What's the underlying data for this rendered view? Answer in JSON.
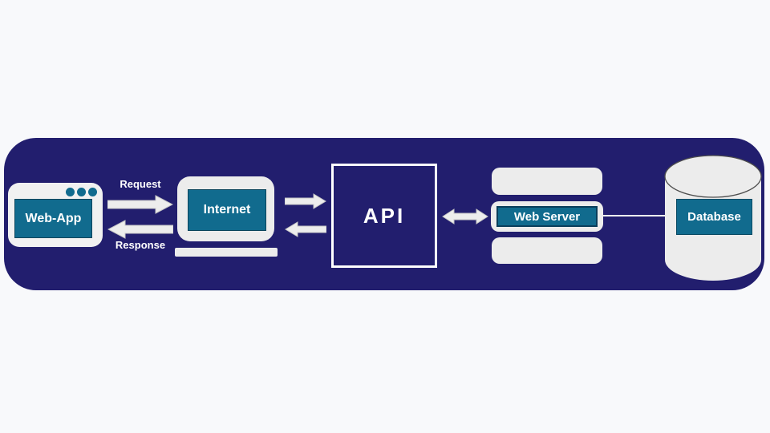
{
  "diagram": {
    "nodes": [
      {
        "id": "web-app",
        "label": "Web-App",
        "icon": "browser-window-icon"
      },
      {
        "id": "internet",
        "label": "Internet",
        "icon": "laptop-icon"
      },
      {
        "id": "api",
        "label": "API",
        "icon": "outlined-square-icon"
      },
      {
        "id": "web-server",
        "label": "Web Server",
        "icon": "server-stack-icon"
      },
      {
        "id": "database",
        "label": "Database",
        "icon": "database-cylinder-icon"
      }
    ],
    "edges": [
      {
        "from": "web-app",
        "to": "internet",
        "label": "Request",
        "direction": "right"
      },
      {
        "from": "internet",
        "to": "web-app",
        "label": "Response",
        "direction": "left"
      },
      {
        "from": "internet",
        "to": "api",
        "label": "",
        "direction": "right"
      },
      {
        "from": "api",
        "to": "internet",
        "label": "",
        "direction": "left"
      },
      {
        "from": "api",
        "to": "web-server",
        "label": "",
        "direction": "both"
      },
      {
        "from": "web-server",
        "to": "database",
        "label": "",
        "direction": "line"
      }
    ],
    "colors": {
      "navy": "#221e6e",
      "teal": "#116b8e",
      "node_bg": "#ececec",
      "arrow_fill": "#ededed",
      "page_bg": "#f8f9fb",
      "text_white": "#ffffff"
    }
  }
}
